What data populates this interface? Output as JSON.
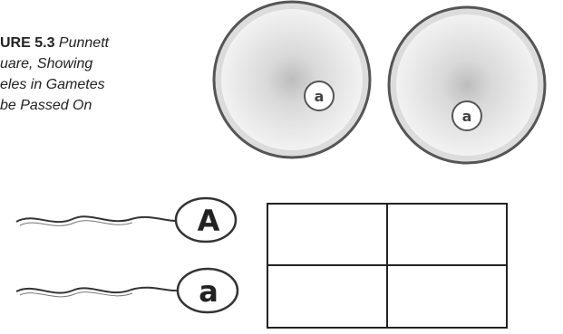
{
  "figure": {
    "label": "URE 5.3",
    "caption_lines": [
      "Punnett",
      "uare, Showing",
      "eles in Gametes",
      "be Passed On"
    ]
  },
  "eggs": [
    {
      "allele": "a"
    },
    {
      "allele": "a"
    }
  ],
  "sperm": [
    {
      "allele": "A"
    },
    {
      "allele": "a"
    }
  ],
  "punnett_square": {
    "rows": 2,
    "cols": 2,
    "cells": [
      [
        "",
        ""
      ],
      [
        "",
        ""
      ]
    ]
  },
  "colors": {
    "egg_fill": "#e9e9e9",
    "egg_outline": "#555555",
    "line": "#222222"
  }
}
